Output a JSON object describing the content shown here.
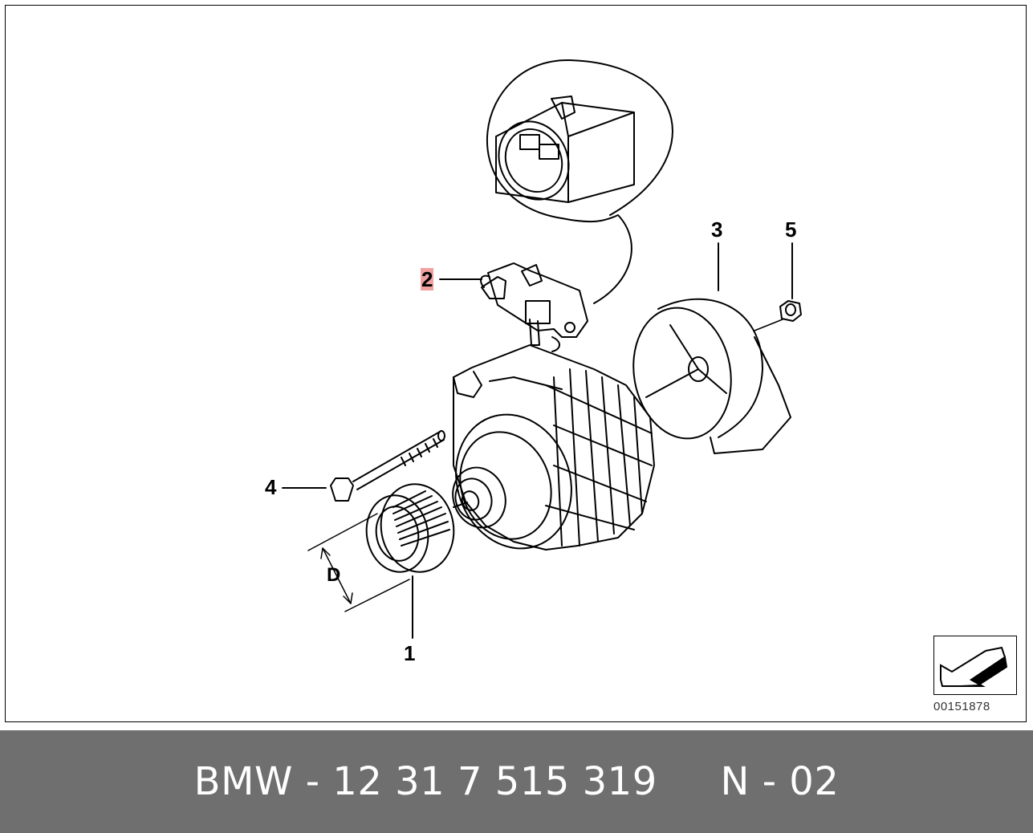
{
  "diagram": {
    "callouts": {
      "c1": "1",
      "c2": "2",
      "c3": "3",
      "c4": "4",
      "c5": "5"
    },
    "dimension_label": "D",
    "image_code": "00151878",
    "nav_icon": "back-arrow-icon",
    "highlight_color": "#f0a0a0"
  },
  "footer": {
    "text": "BMW - 12 31 7 515 319     N - 02",
    "background_color": "#6f6f6f"
  }
}
